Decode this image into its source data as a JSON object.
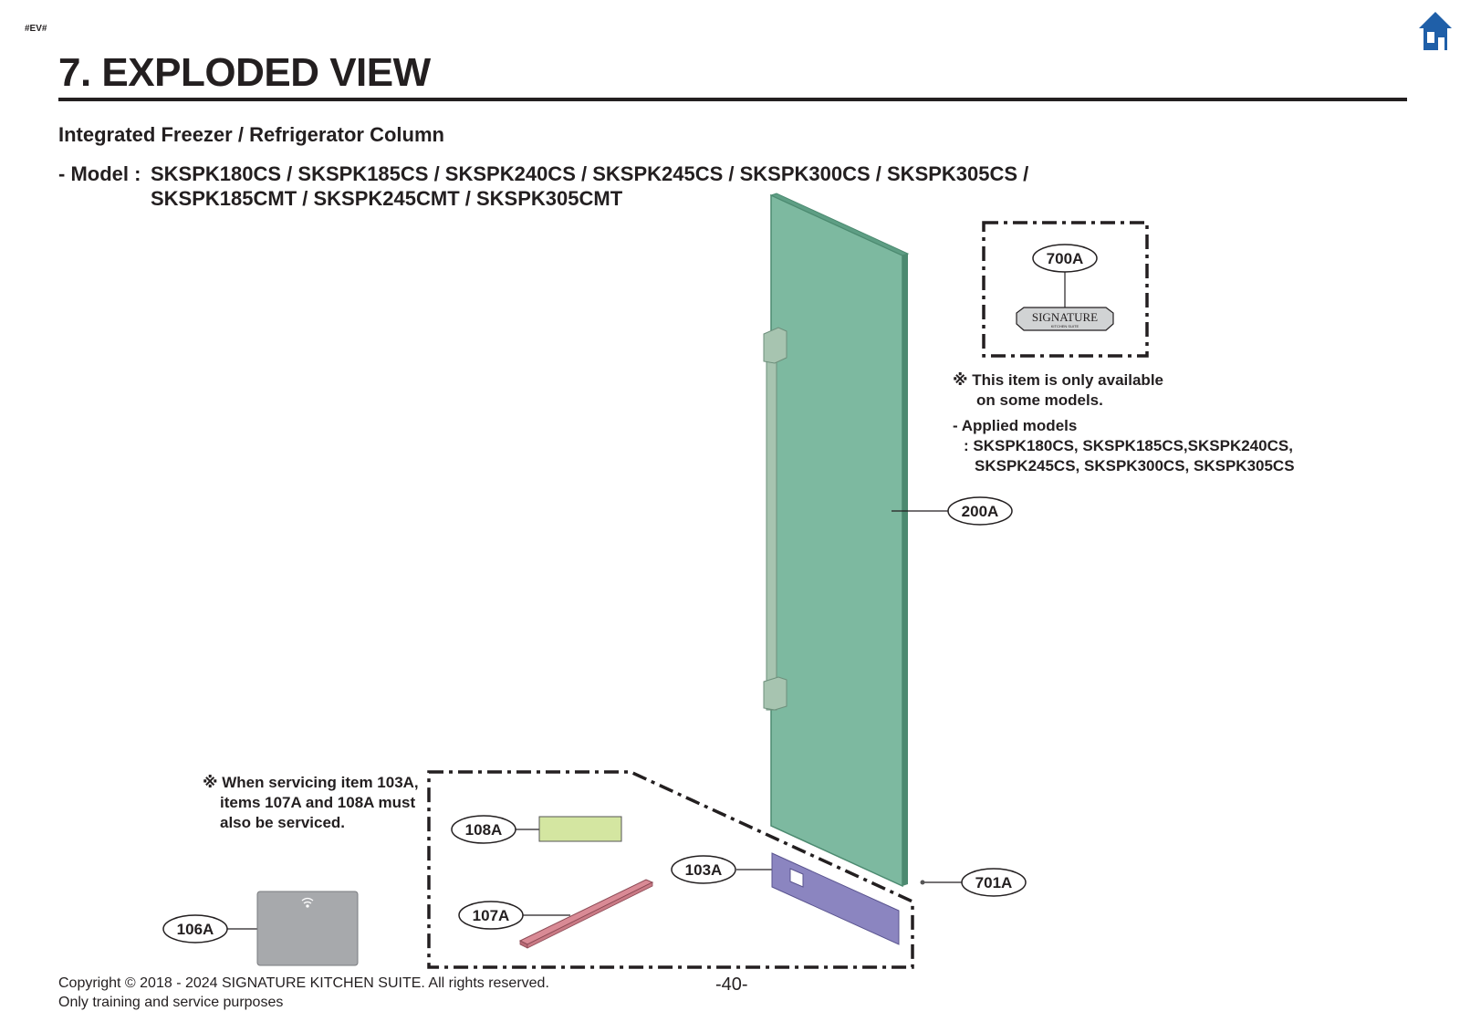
{
  "header": {
    "tag": "#EV#",
    "title": "7. EXPLODED VIEW",
    "subtitle": "Integrated Freezer / Refrigerator Column",
    "model_label": "- Model :",
    "model_lines": [
      "SKSPK180CS / SKSPK185CS / SKSPK240CS / SKSPK245CS / SKSPK300CS / SKSPK305CS /",
      "SKSPK185CMT / SKSPK245CMT / SKSPK305CMT"
    ]
  },
  "parts": {
    "p700A": "700A",
    "p200A": "200A",
    "p108A": "108A",
    "p103A": "103A",
    "p701A": "701A",
    "p107A": "107A",
    "p106A": "106A"
  },
  "logo": {
    "text": "SIGNATURE",
    "subtext": "KITCHEN SUITE"
  },
  "notes": {
    "availability_line1": "※ This item is only available",
    "availability_line2": "on some models.",
    "applied_label": "- Applied models",
    "applied_line1": ": SKSPK180CS, SKSPK185CS,SKSPK240CS,",
    "applied_line2": "SKSPK245CS, SKSPK300CS, SKSPK305CS",
    "service_line1": "※ When servicing item 103A,",
    "service_line2": "items 107A and 108A must",
    "service_line3": "also be serviced."
  },
  "footer": {
    "copyright": "Copyright © 2018 - 2024 SIGNATURE KITCHEN SUITE. All rights reserved.",
    "purpose": "Only training and service purposes",
    "page": "-40-"
  },
  "icons": {
    "home": "home-icon",
    "wifi": "wifi-icon"
  },
  "colors": {
    "door": "#7db9a0",
    "door_edge": "#4c8a70",
    "handle": "#a7c4b0",
    "panel_103A": "#8b85c0",
    "part_108A": "#d4e6a1",
    "part_107A": "#d98a95",
    "module_106A": "#a7a9ac",
    "home_icon": "#1f5fa8"
  }
}
